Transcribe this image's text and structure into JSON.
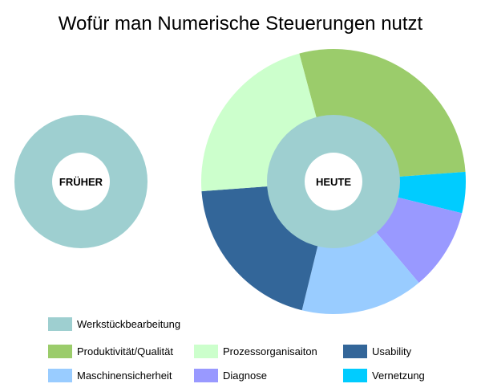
{
  "chart_data": {
    "type": "pie",
    "title": "Wofür man Numerische Steuerungen nutzt",
    "charts": [
      {
        "label": "FRÜHER",
        "inner": {
          "name": "Werkstückbearbeitung",
          "value": 100
        },
        "slices": []
      },
      {
        "label": "HEUTE",
        "inner": {
          "name": "Werkstückbearbeitung",
          "value": 100
        },
        "slices": [
          {
            "name": "Produktivität/Qualität",
            "value": 28
          },
          {
            "name": "Vernetzung",
            "value": 5
          },
          {
            "name": "Diagnose",
            "value": 10
          },
          {
            "name": "Maschinensicherheit",
            "value": 15
          },
          {
            "name": "Usability",
            "value": 20
          },
          {
            "name": "Prozessorganisaiton",
            "value": 22
          }
        ]
      }
    ],
    "colors": {
      "Werkstückbearbeitung": "#9ecfd0",
      "Produktivität/Qualität": "#9bcc6b",
      "Prozessorganisaiton": "#ccffcc",
      "Usability": "#336699",
      "Maschinensicherheit": "#99ccff",
      "Diagnose": "#9999ff",
      "Vernetzung": "#00ccff"
    },
    "legend": [
      "Werkstückbearbeitung",
      "Produktivität/Qualität",
      "Prozessorganisaiton",
      "Usability",
      "Maschinensicherheit",
      "Diagnose",
      "Vernetzung"
    ],
    "legend_position": "bottom"
  }
}
